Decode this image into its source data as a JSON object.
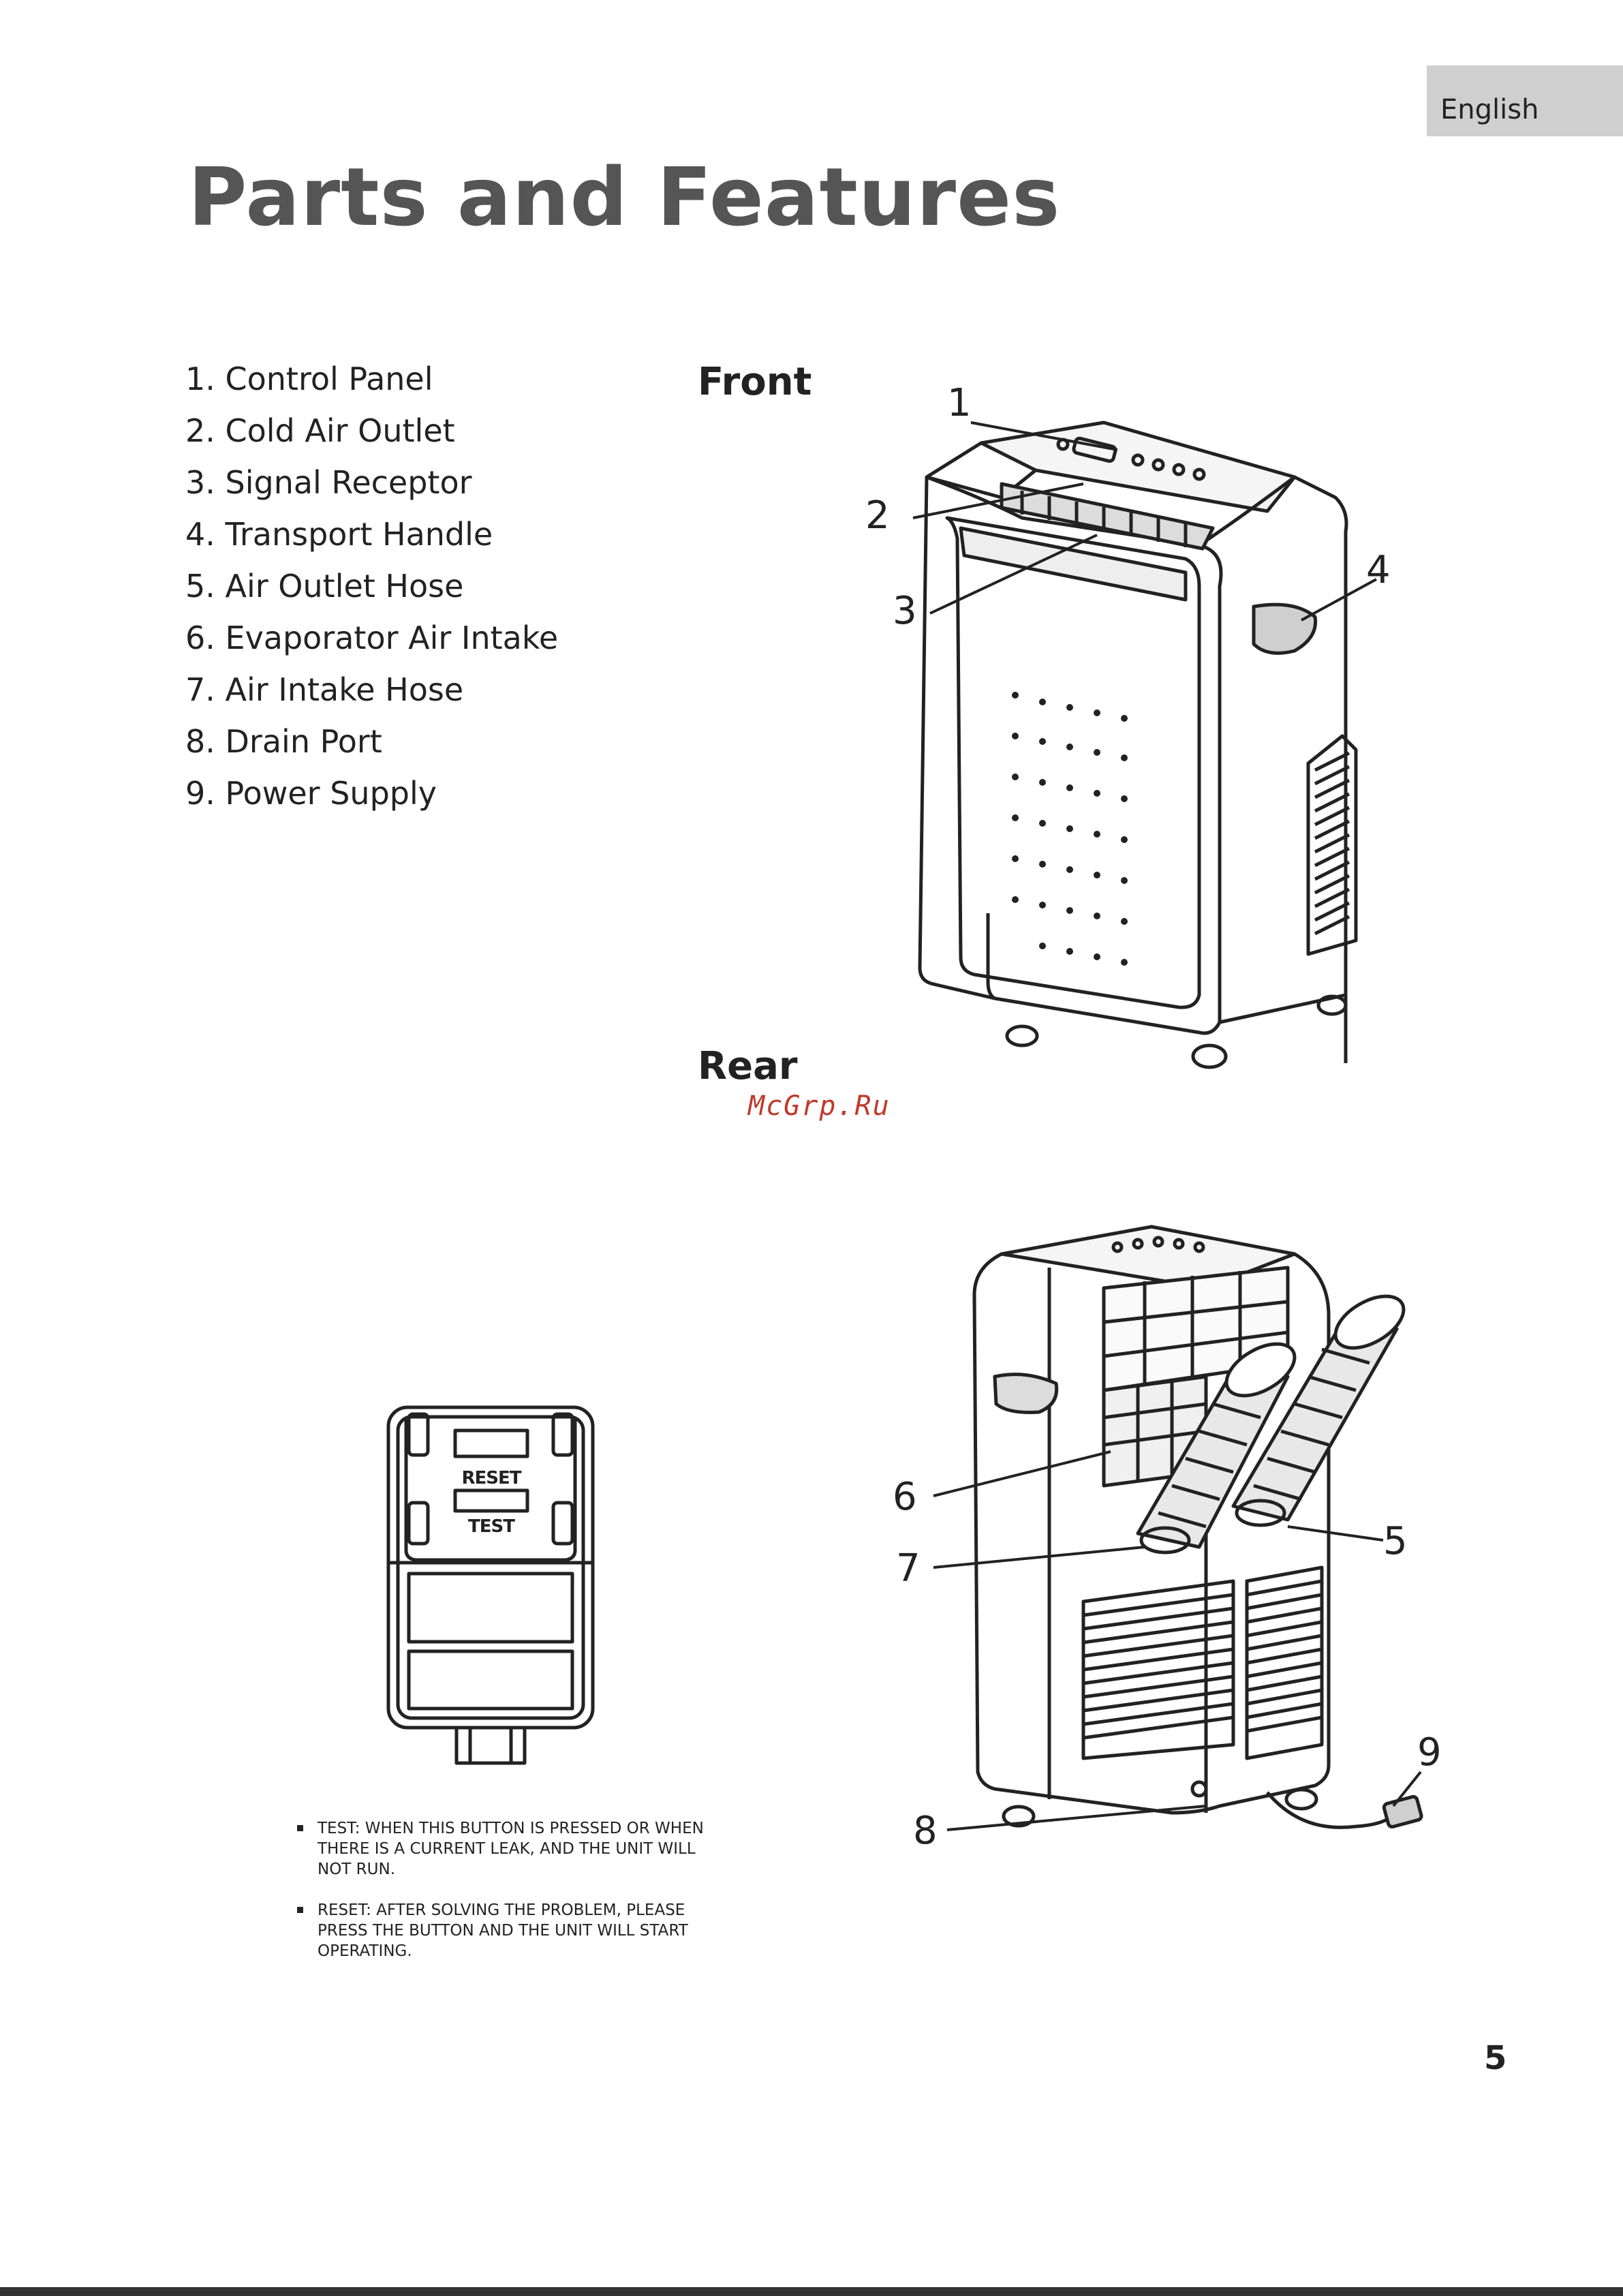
{
  "language_tab": "English",
  "title": "Parts and Features",
  "parts": [
    "1. Control Panel",
    "2. Cold Air Outlet",
    "3. Signal Receptor",
    "4. Transport Handle",
    "5. Air Outlet Hose",
    "6. Evaporator Air Intake",
    "7. Air Intake Hose",
    "8. Drain Port",
    "9. Power Supply"
  ],
  "front_heading": "Front",
  "rear_heading": "Rear",
  "watermark": "McGrp.Ru",
  "front_callouts": [
    "1",
    "2",
    "3",
    "4"
  ],
  "rear_callouts": [
    "6",
    "7",
    "5",
    "9",
    "8"
  ],
  "plug": {
    "reset_label": "RESET",
    "test_label": "TEST"
  },
  "notes": [
    "TEST: WHEN THIS BUTTON IS PRESSED OR WHEN THERE IS A CURRENT LEAK, AND THE UNIT WILL NOT RUN.",
    "RESET: AFTER SOLVING THE PROBLEM, PLEASE PRESS THE BUTTON AND THE UNIT WILL START OPERATING."
  ],
  "page_number": "5"
}
